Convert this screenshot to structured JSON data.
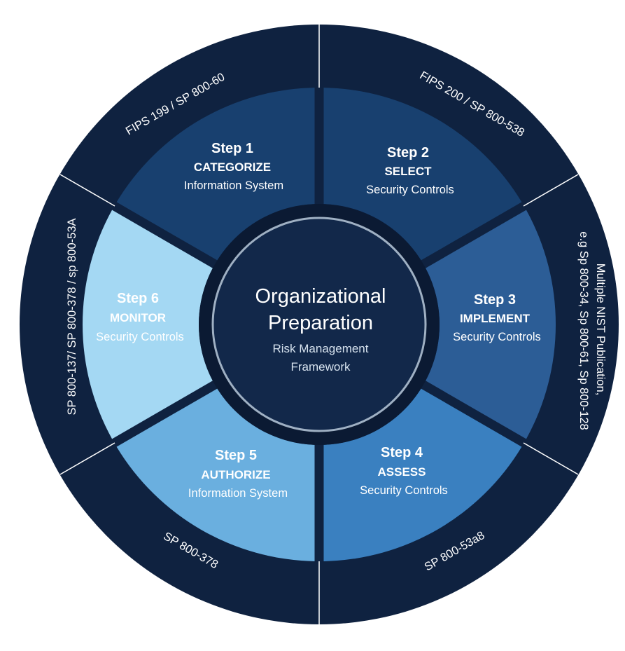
{
  "colors": {
    "outer_ring": "#0f2240",
    "ring_gap": "#0b1a33",
    "center_fill": "#12284a",
    "center_border": "#9fb0c3",
    "divider": "#ffffff",
    "text_light": "#ffffff",
    "text_muted": "#d6e2ee"
  },
  "center": {
    "title_line1": "Organizational",
    "title_line2": "Preparation",
    "subtitle_line1": "Risk Management",
    "subtitle_line2": "Framework"
  },
  "steps": [
    {
      "title": "Step 1",
      "name": "CATEGORIZE",
      "desc": "Information System",
      "color": "#18406f",
      "text_color": "#ffffff"
    },
    {
      "title": "Step 2",
      "name": "SELECT",
      "desc": "Security Controls",
      "color": "#18406f",
      "text_color": "#ffffff"
    },
    {
      "title": "Step 3",
      "name": "IMPLEMENT",
      "desc": "Security Controls",
      "color": "#2c5d96",
      "text_color": "#ffffff"
    },
    {
      "title": "Step 4",
      "name": "ASSESS",
      "desc": "Security Controls",
      "color": "#3a80c0",
      "text_color": "#ffffff"
    },
    {
      "title": "Step 5",
      "name": "AUTHORIZE",
      "desc": "Information System",
      "color": "#6aafdf",
      "text_color": "#ffffff"
    },
    {
      "title": "Step 6",
      "name": "MONITOR",
      "desc": "Security Controls",
      "color": "#a4d8f3",
      "text_color": "#ffffff"
    }
  ],
  "outer_labels": {
    "step1": "FIPS 199 / SP 800-60",
    "step2": "FIPS 200 / SP 800-538",
    "step3_line1": "Multiple NIST Publication,",
    "step3_line2": "e.g Sp 800-34, Sp 800-61, Sp 800-128",
    "step4": "SP 800-53a8",
    "step5": "SP 800-378",
    "step6": "SP 800-137/ SP 800-378 / sp 800-53A"
  }
}
